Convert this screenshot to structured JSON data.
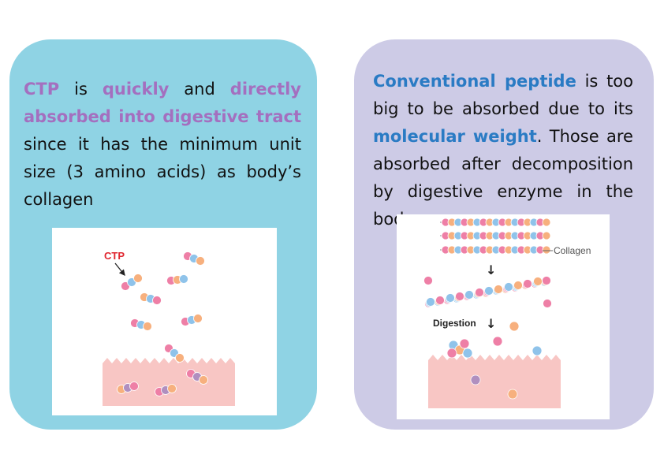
{
  "left_panel": {
    "segments": [
      {
        "text": "CTP",
        "style": "purple"
      },
      {
        "text": " is ",
        "style": "plain"
      },
      {
        "text": "quickly",
        "style": "purple"
      },
      {
        "text": " and ",
        "style": "plain"
      },
      {
        "text": "directly absorbed into digestive tract",
        "style": "purple"
      },
      {
        "text": " since it has the minimum unit size (3 amino acids) as body’s collagen",
        "style": "plain"
      }
    ],
    "figure": {
      "ctp_label": "CTP"
    },
    "colors": {
      "panel": "#8fd3e4",
      "highlight": "#a46fbf"
    }
  },
  "right_panel": {
    "segments": [
      {
        "text": "Conventional peptide",
        "style": "blue"
      },
      {
        "text": " is too big to be absorbed due to its ",
        "style": "plain"
      },
      {
        "text": "molecular weight",
        "style": "blue"
      },
      {
        "text": ". Those are absorbed after decomposition by digestive enzyme in the body",
        "style": "plain"
      }
    ],
    "figure": {
      "collagen_label": "Collagen",
      "digestion_label": "Digestion"
    },
    "colors": {
      "panel": "#cdcbe6",
      "highlight": "#2a7bc4"
    }
  },
  "bead_colors": {
    "pink": "#ee7fa6",
    "blue": "#8fc3ea",
    "orange": "#f7b07e",
    "mauve": "#b08fbf"
  }
}
